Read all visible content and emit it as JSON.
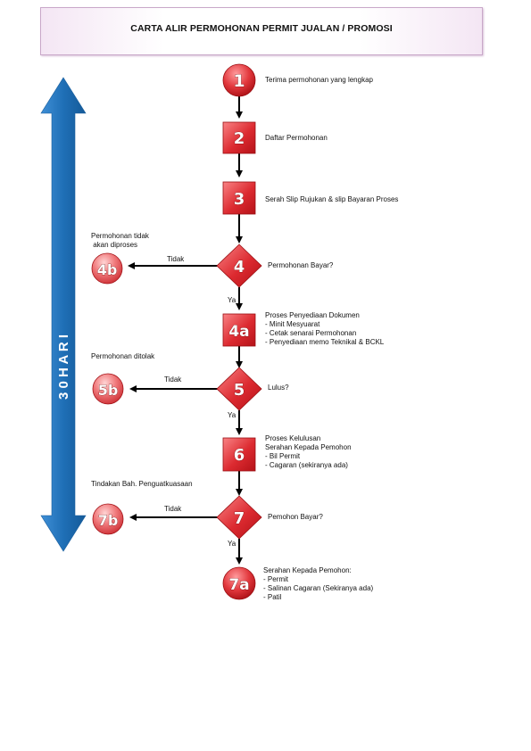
{
  "title": "CARTA ALIR PERMOHONAN PERMIT JUALAN / PROMOSI",
  "side_arrow_label": "3 0   H A R I",
  "colors": {
    "red_light": "#f2787b",
    "red_dark": "#c0161c",
    "blue": "#1f6fb6"
  },
  "steps": {
    "s1": {
      "num": "1",
      "text": "Terima permohonan yang lengkap"
    },
    "s2": {
      "num": "2",
      "text": "Daftar Permohonan"
    },
    "s3": {
      "num": "3",
      "text": "Serah Slip Rujukan & slip Bayaran Proses"
    },
    "s4": {
      "num": "4",
      "text": "Permohonan Bayar?"
    },
    "s4b": {
      "num": "4b",
      "text": "Permohonan tidak\n akan diproses"
    },
    "s4a": {
      "num": "4a",
      "text": "Proses Penyediaan Dokumen\n- Minit Mesyuarat\n- Cetak senarai Permohonan\n- Penyediaan memo Teknikal & BCKL"
    },
    "s5": {
      "num": "5",
      "text": "Lulus?"
    },
    "s5b": {
      "num": "5b",
      "text": "Permohonan ditolak"
    },
    "s6": {
      "num": "6",
      "text": "Proses Kelulusan\nSerahan Kepada Pemohon\n- Bil Permit\n- Cagaran (sekiranya ada)"
    },
    "s7": {
      "num": "7",
      "text": "Pemohon Bayar?"
    },
    "s7b": {
      "num": "7b",
      "text": "Tindakan Bah. Penguatkuasaan"
    },
    "s7a": {
      "num": "7a",
      "text": "Serahan Kepada Pemohon:\n- Permit\n- Salinan Cagaran (Sekiranya ada)\n- Patil"
    }
  },
  "branch_labels": {
    "no4": "Tidak",
    "yes4": "Ya",
    "no5": "Tidak",
    "yes5": "Ya",
    "no7": "Tidak",
    "yes7": "Ya"
  }
}
